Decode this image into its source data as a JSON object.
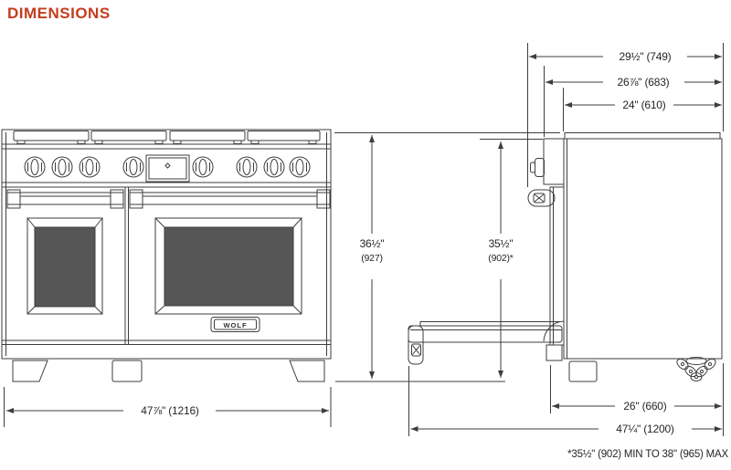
{
  "title": "DIMENSIONS",
  "colors": {
    "accent": "#c43d1d",
    "line": "#3d3d3d",
    "window_fill": "#565656"
  },
  "front_view": {
    "badge": "WOLF"
  },
  "dimensions": {
    "overall_width": "47⅞\" (1216)",
    "overall_depth": "29½\" (749)",
    "depth_to_door_front": "26⅞\" (683)",
    "chassis_depth": "24\" (610)",
    "height_value": "36½\"",
    "height_mm": "(927)",
    "min_height_value": "35½\"",
    "min_height_mm": "(902)*",
    "base_depth": "26\" (660)",
    "depth_door_open": "47¼\" (1200)",
    "footnote": "*35½\" (902) MIN TO 38\" (965) MAX"
  }
}
